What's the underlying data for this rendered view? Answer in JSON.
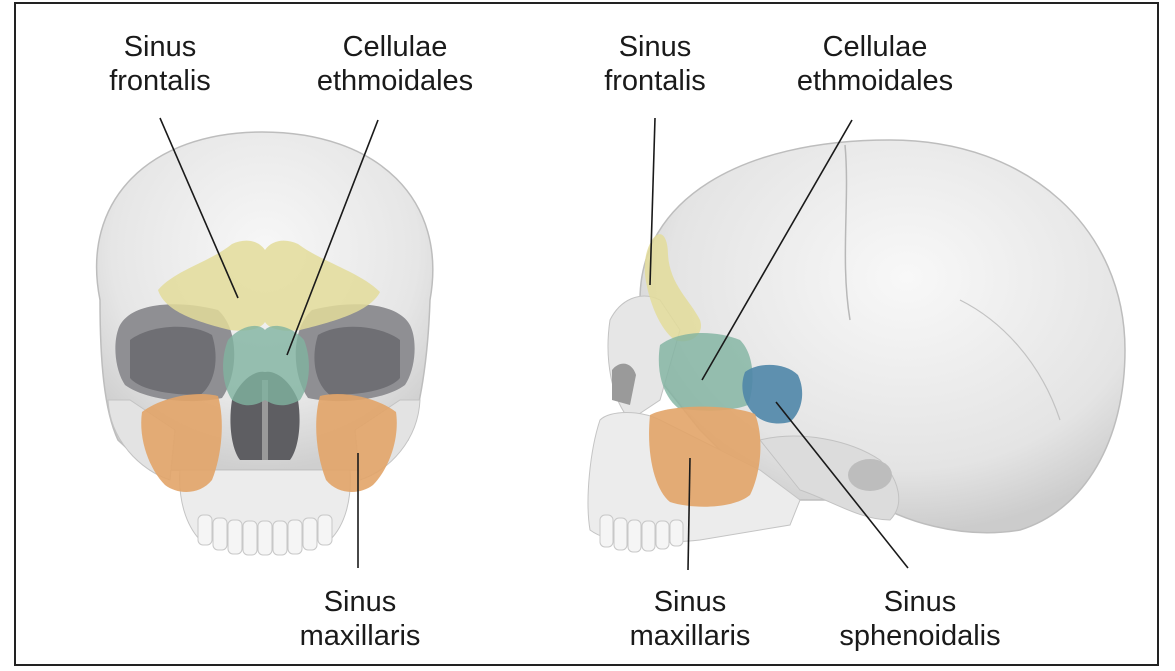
{
  "figure": {
    "front_view": {
      "labels": {
        "sinus_frontalis": [
          "Sinus",
          "frontalis"
        ],
        "cellulae_ethmoidales": [
          "Cellulae",
          "ethmoidales"
        ],
        "sinus_maxillaris": [
          "Sinus",
          "maxillaris"
        ]
      }
    },
    "lateral_view": {
      "labels": {
        "sinus_frontalis": [
          "Sinus",
          "frontalis"
        ],
        "cellulae_ethmoidales": [
          "Cellulae",
          "ethmoidales"
        ],
        "sinus_maxillaris": [
          "Sinus",
          "maxillaris"
        ],
        "sinus_sphenoidalis": [
          "Sinus",
          "sphenoidalis"
        ]
      }
    }
  },
  "colors": {
    "frontal_sinus": "#e3dc9a",
    "ethmoid_cells": "#7fb3a0",
    "maxillary_sinus": "#e2a468",
    "sphenoid_sinus": "#4f86a8",
    "bone": "#ebebeb",
    "bone_shadow": "#c9c9c9",
    "leader_line": "#1a1a1a"
  }
}
